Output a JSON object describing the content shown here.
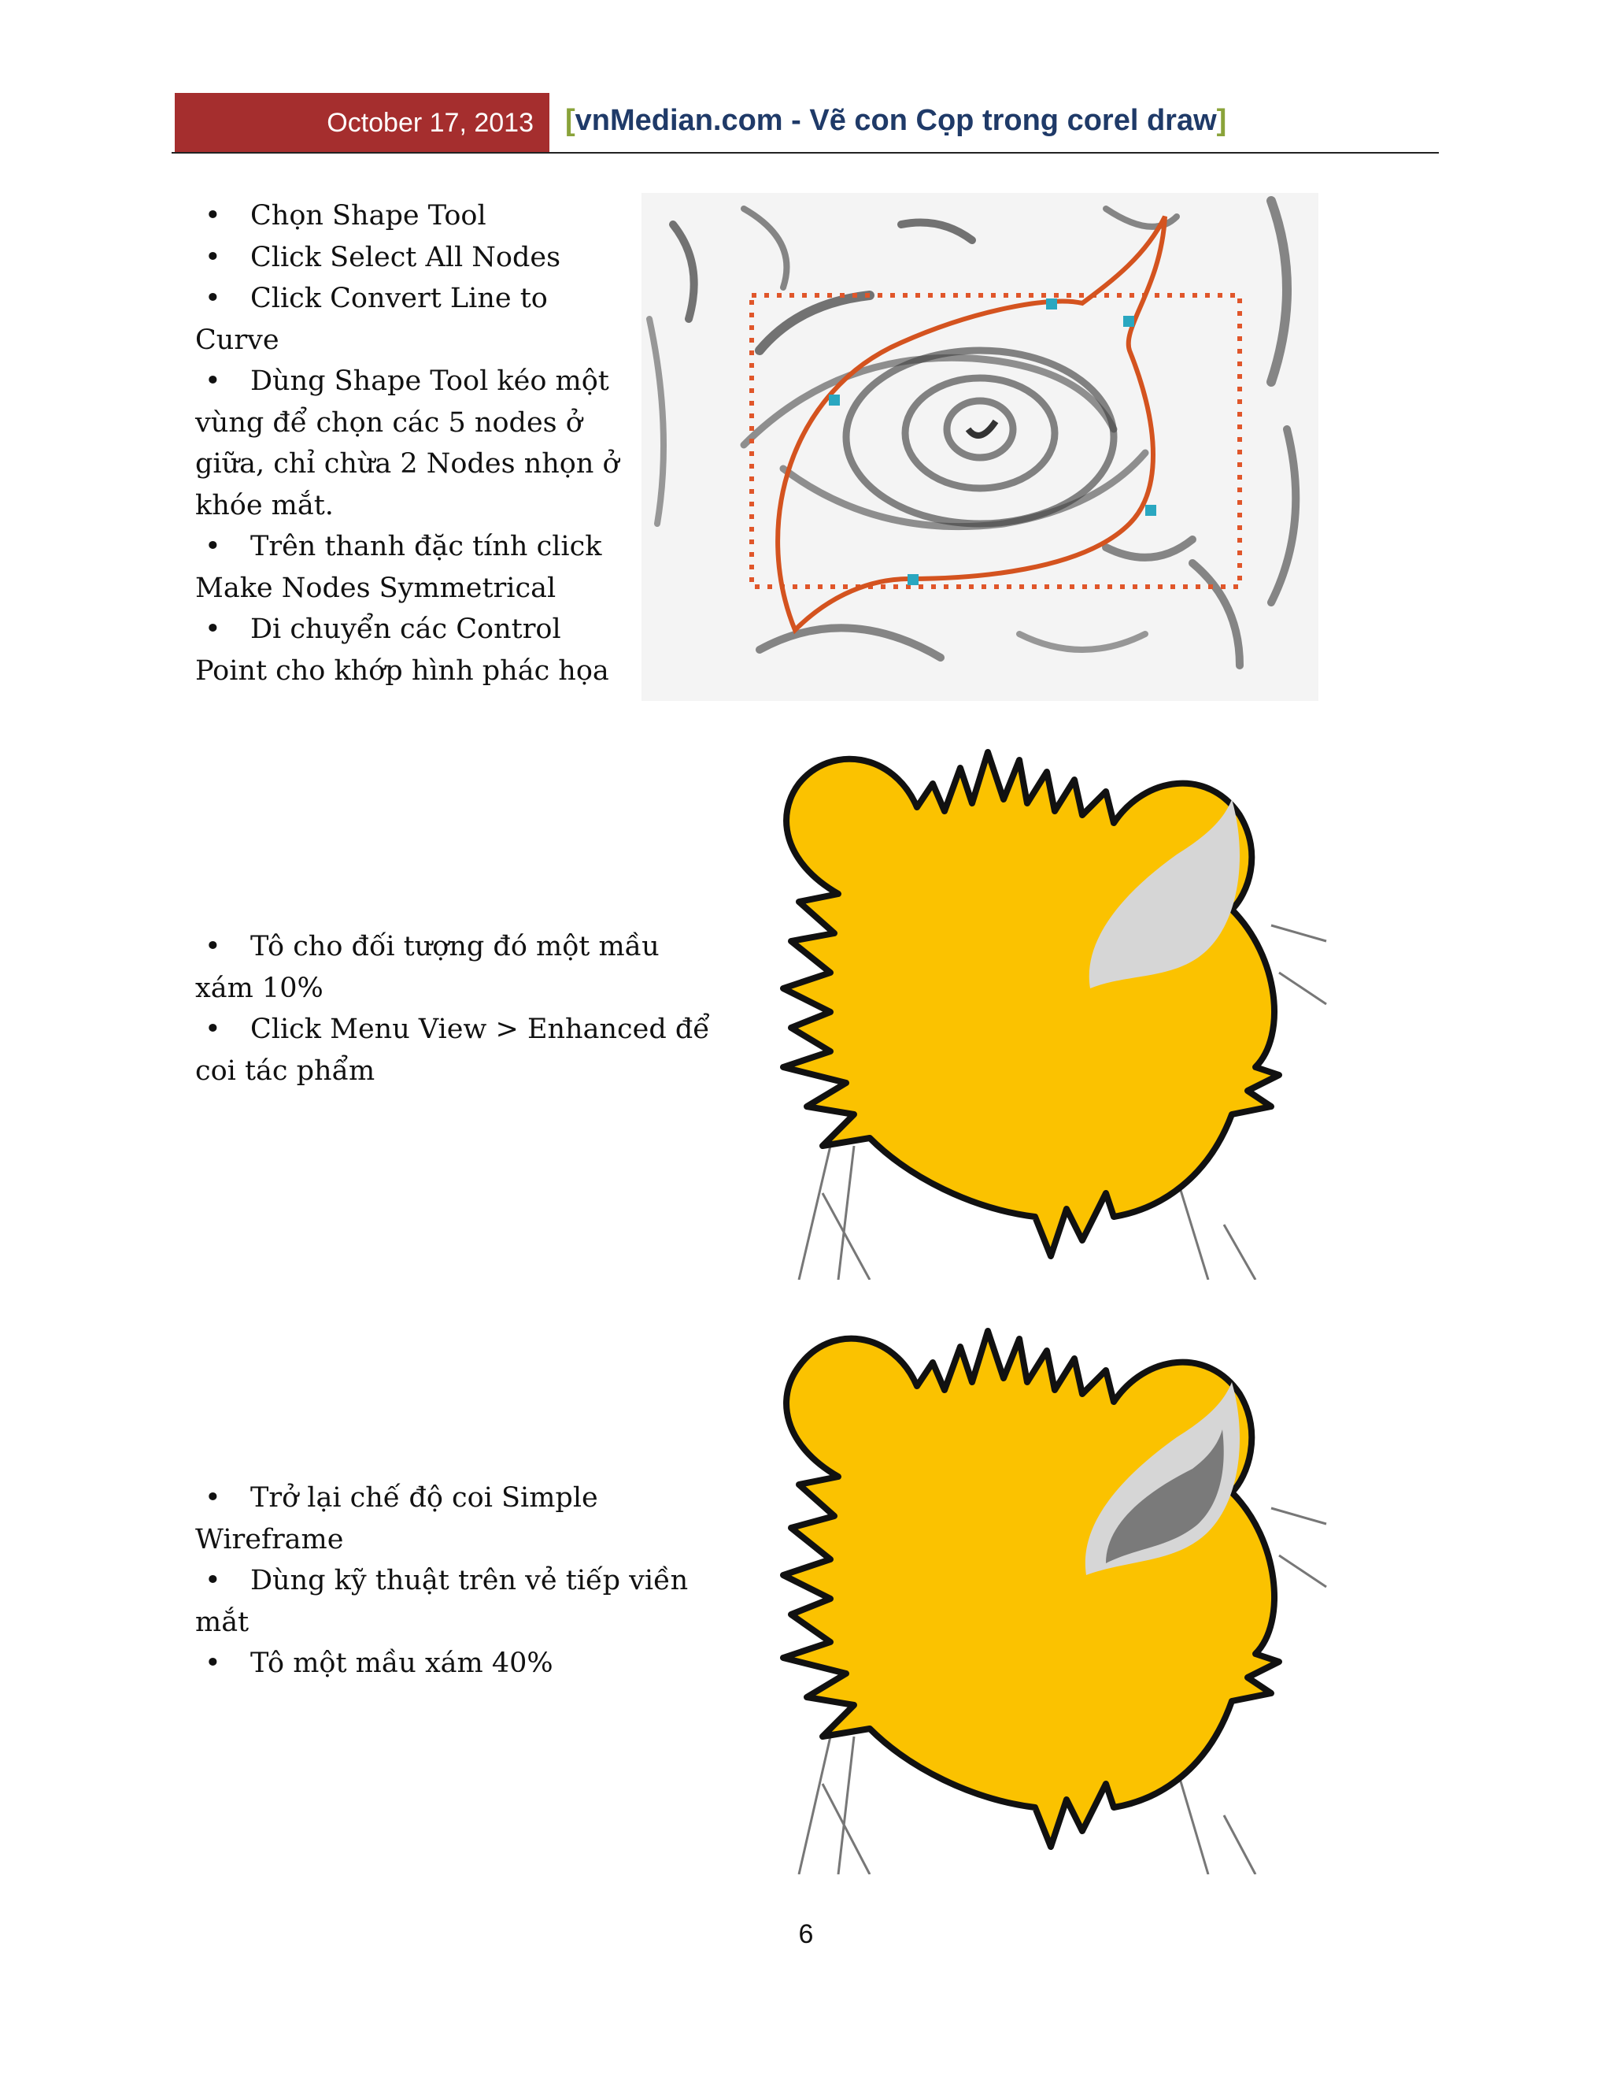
{
  "header": {
    "date": "October 17, 2013",
    "bracket_open": "[",
    "title": "vnMedian.com - Vẽ con Cọp trong corel draw",
    "bracket_close": "]"
  },
  "section1": {
    "items": [
      "Chọn Shape Tool",
      "Click Select All Nodes",
      "Click Convert Line to Curve",
      "Dùng Shape Tool kéo một vùng để chọn các 5 nodes ở giữa, chỉ chừa 2 Nodes nhọn ở khóe mắt.",
      "Trên thanh đặc tính click Make Nodes Symmetrical",
      "Di chuyển các Control Point cho khớp hình phác họa"
    ]
  },
  "section2": {
    "items": [
      "Tô cho đối tượng đó một mầu xám 10%",
      "Click Menu View > Enhanced để coi tác phẩm"
    ]
  },
  "section3": {
    "items": [
      "Trở lại chế độ coi Simple Wireframe",
      "Dùng kỹ thuật trên vẻ tiếp viền mắt",
      "Tô một mầu xám 40%"
    ]
  },
  "colors": {
    "header_red": "#a52e2e",
    "header_title": "#1f3a68",
    "bracket_green": "#8aa33a",
    "tiger_yellow": "#fbc200",
    "outline_orange": "#d4531f",
    "gray_10": "#d6d6d6",
    "gray_40": "#7a7a7a"
  },
  "page_number": "6"
}
